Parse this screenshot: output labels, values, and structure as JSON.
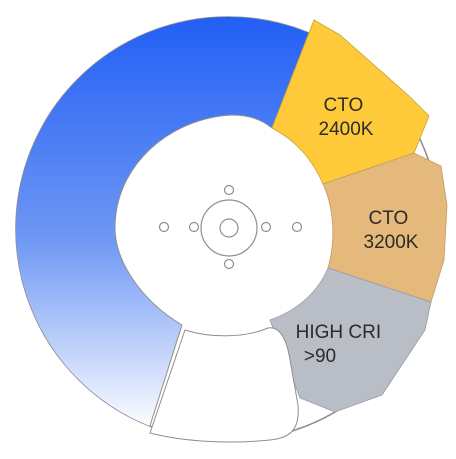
{
  "wheel": {
    "filters": [
      {
        "id": "cto-2400k",
        "lines": [
          "CTO",
          "2400K"
        ],
        "color": "#FFCA3A"
      },
      {
        "id": "cto-3200k",
        "lines": [
          "CTO",
          "3200K"
        ],
        "color": "#E5B97C"
      },
      {
        "id": "high-cri",
        "lines": [
          "HIGH CRI",
          ">90"
        ],
        "color": "#B9BDC6"
      }
    ],
    "gradient_filter": {
      "color_start": "#1E5CF5",
      "color_end": "#FFFFFF"
    },
    "rim_color": "#FFFFFF",
    "outline_color": "#9A9A9A"
  }
}
